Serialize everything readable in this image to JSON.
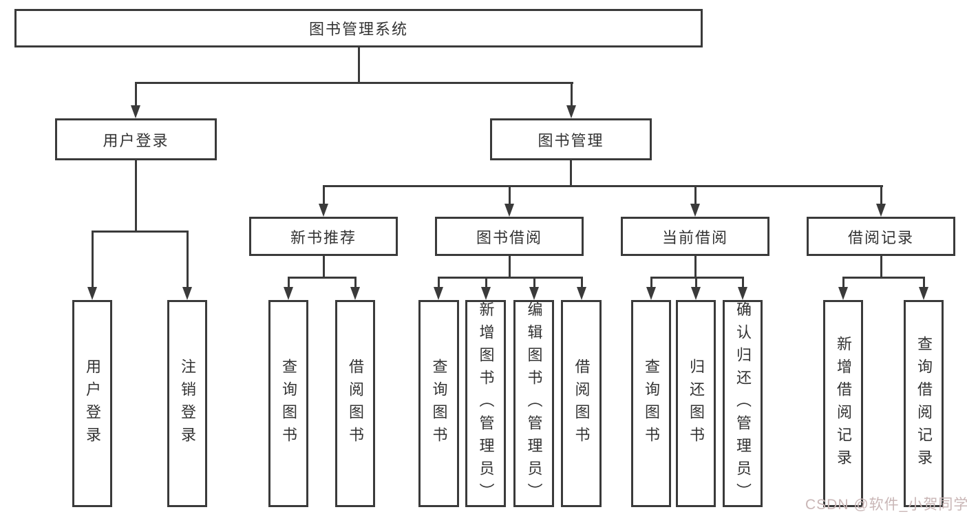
{
  "diagram": {
    "title": "图书管理系统",
    "colors": {
      "line": "#3a3a3a",
      "text": "#333333",
      "watermark": "#c9b6b6"
    },
    "root": {
      "label": "图书管理系统"
    },
    "level2": {
      "user_login": {
        "label": "用户登录"
      },
      "book_mgmt": {
        "label": "图书管理"
      }
    },
    "level3": {
      "new_book": {
        "label": "新书推荐"
      },
      "book_borrow": {
        "label": "图书借阅"
      },
      "current_borrow": {
        "label": "当前借阅"
      },
      "borrow_record": {
        "label": "借阅记录"
      }
    },
    "leaves": {
      "user_login": [
        "用户登录",
        "注销登录"
      ],
      "new_book": [
        "查询图书",
        "借阅图书"
      ],
      "book_borrow": [
        "查询图书",
        "新增图书（管理员）",
        "编辑图书（管理员）",
        "借阅图书"
      ],
      "current_borrow": [
        "查询图书",
        "归还图书",
        "确认归还（管理员）"
      ],
      "borrow_record": [
        "新增借阅记录",
        "查询借阅记录"
      ]
    },
    "watermark": "CSDN @软件_小贺同学"
  }
}
